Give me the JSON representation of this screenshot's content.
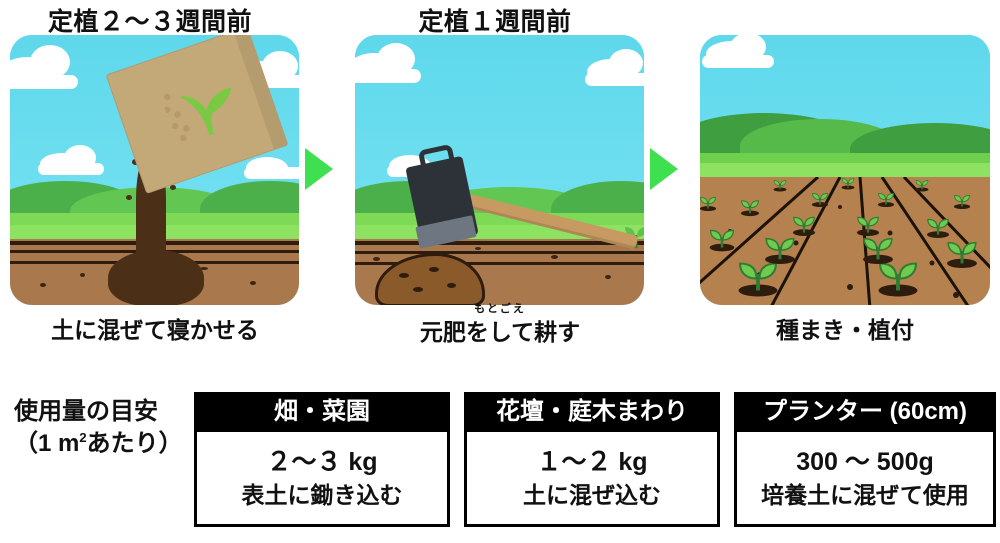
{
  "steps": [
    {
      "heading": "定植２〜３週間前",
      "caption": "土に混ぜて寝かせる",
      "furigana": "",
      "scene": "fertilizer-bag-pouring-compost"
    },
    {
      "heading": "定植１週間前",
      "caption": "元肥をして耕す",
      "furigana": "もとごえ",
      "scene": "hoe-tilling-soil"
    },
    {
      "heading": "",
      "caption": "種まき・植付",
      "furigana": "",
      "scene": "field-rows-with-seedlings"
    }
  ],
  "arrows": {
    "glyph": "▶",
    "count": 2
  },
  "usage": {
    "label_line1": "使用量の目安",
    "label_line2_prefix": "（1 m",
    "label_line2_sup": "2",
    "label_line2_suffix": "あたり）",
    "columns": [
      {
        "header": "畑・菜園",
        "amount": "２〜３ kg",
        "method": "表土に鋤き込む"
      },
      {
        "header": "花壇・庭木まわり",
        "amount": "１〜２ kg",
        "method": "土に混ぜ込む"
      },
      {
        "header": "プランター (60cm)",
        "amount": "300 〜 500g",
        "method": "培養土に混ぜて使用"
      }
    ]
  },
  "colors": {
    "sky": "#5fd8ec",
    "grass": "#7ed957",
    "hill_dark": "#3f9e3f",
    "hill_light": "#64c95a",
    "soil": "#a9794d",
    "soil_dark": "#2e1c0e",
    "compost": "#4b2f16",
    "bag": "#c3a878",
    "leaf": "#7ac943",
    "arrow": "#3fe04f",
    "header_bg": "#000000",
    "header_text": "#ffffff"
  }
}
